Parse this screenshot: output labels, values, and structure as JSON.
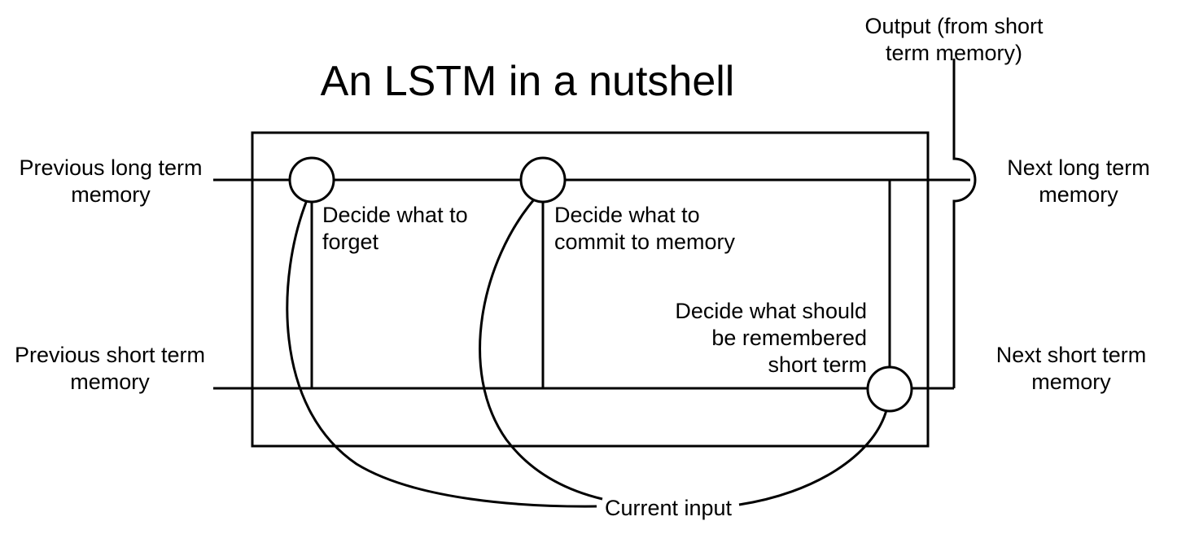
{
  "title": "An LSTM in a nutshell",
  "io_labels": {
    "output": {
      "line1": "Output (from short",
      "line2": "term memory)"
    },
    "prev_long": {
      "line1": "Previous long term",
      "line2": "memory"
    },
    "prev_short": {
      "line1": "Previous short term",
      "line2": "memory"
    },
    "next_long": {
      "line1": "Next long term",
      "line2": "memory"
    },
    "next_short": {
      "line1": "Next short term",
      "line2": "memory"
    },
    "current_input": "Current input"
  },
  "gate_labels": {
    "forget": {
      "line1": "Decide what to",
      "line2": "forget"
    },
    "commit": {
      "line1": "Decide what to",
      "line2": "commit to memory"
    },
    "remember": {
      "line1": "Decide what should",
      "line2": "be remembered",
      "line3": "short term"
    }
  },
  "colors": {
    "stroke": "#000000",
    "background": "#ffffff",
    "gate_fill": "#ffffff"
  }
}
